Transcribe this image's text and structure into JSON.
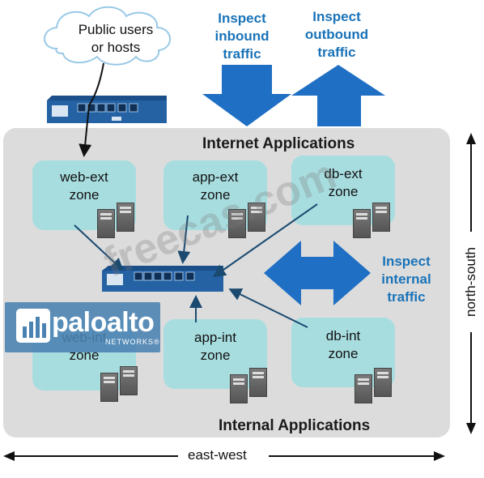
{
  "cloud": {
    "label_line1": "Public users",
    "label_line2": "or hosts"
  },
  "inspect_inbound": {
    "line1": "Inspect",
    "line2": "inbound",
    "line3": "traffic"
  },
  "inspect_outbound": {
    "line1": "Inspect",
    "line2": "outbound",
    "line3": "traffic"
  },
  "inspect_internal": {
    "line1": "Inspect",
    "line2": "internal",
    "line3": "traffic"
  },
  "internet_title": "Internet Applications",
  "internal_title": "Internal Applications",
  "zones": [
    {
      "line1": "web-ext",
      "line2": "zone"
    },
    {
      "line1": "app-ext",
      "line2": "zone"
    },
    {
      "line1": "db-ext",
      "line2": "zone"
    },
    {
      "line1": "web-int",
      "line2": "zone"
    },
    {
      "line1": "app-int",
      "line2": "zone"
    },
    {
      "line1": "db-int",
      "line2": "zone"
    }
  ],
  "axis": {
    "east_west": "east-west",
    "north_south": "north-south"
  },
  "logo": {
    "word": "paloalto",
    "sub": "NETWORKS®"
  },
  "watermark": "freecas.com",
  "colors": {
    "arrow_blue": "#1f6fc4",
    "zone_fill": "#a8dde0",
    "panel_fill": "#dcdcdc",
    "inspect_text": "#1a73b8"
  }
}
